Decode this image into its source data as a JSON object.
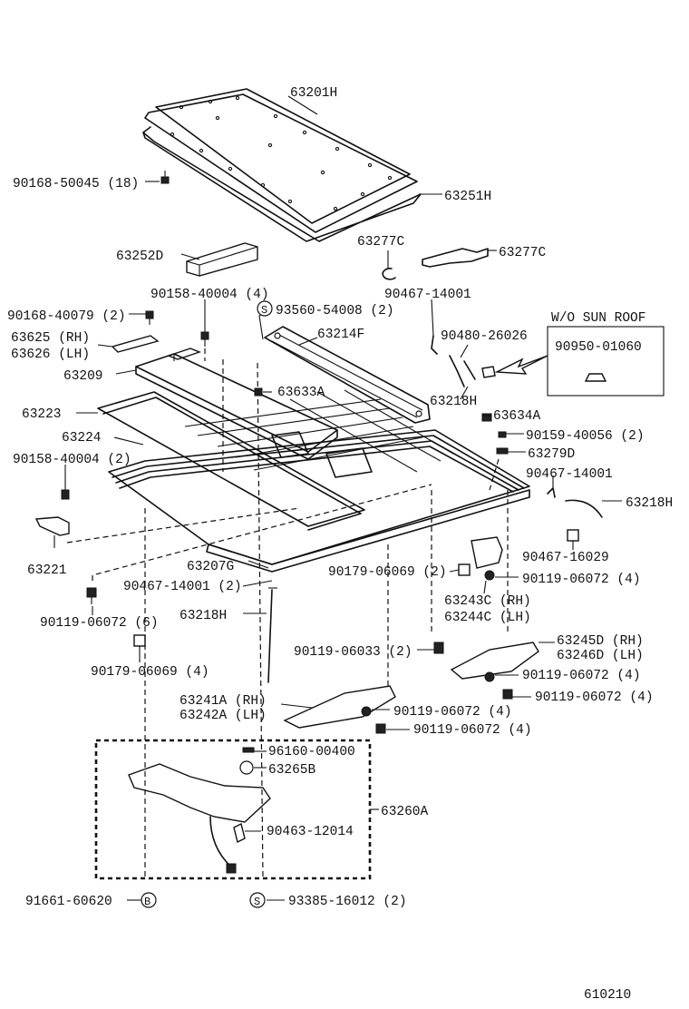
{
  "labels": {
    "p63201H": "63201H",
    "p63251H": "63251H",
    "p9016850045": "90168-50045 (18)",
    "p63252D": "63252D",
    "p63277C_left": "63277C",
    "p63277C_right": "63277C",
    "p9015840004_4": "90158-40004 (4)",
    "p9356054008": "93560-54008 (2)",
    "p9046714001_a": "90467-14001",
    "p9016840079": "90168-40079 (2)",
    "p63625": "63625 (RH)",
    "p63626": "63626 (LH)",
    "p63214F": "63214F",
    "p9048026026": "90480-26026",
    "wo_sun_roof": "W/O SUN ROOF",
    "p9095001060": "90950-01060",
    "p63209": "63209",
    "p63633A": "63633A",
    "p63218H_a": "63218H",
    "p63223": "63223",
    "p63634A": "63634A",
    "p63224": "63224",
    "p9015940056": "90159-40056 (2)",
    "p63279D": "63279D",
    "p9015840004_2": "90158-40004 (2)",
    "p9046714001_b": "90467-14001",
    "p63218H_b": "63218H",
    "p9046716029": "90467-16029",
    "p63221": "63221",
    "p63207G": "63207G",
    "p9017906069_2": "90179-06069 (2)",
    "p9011906072_4a": "90119-06072 (4)",
    "p9046714001_2": "90467-14001 (2)",
    "p63243C": "63243C (RH)",
    "p63244C": "63244C (LH)",
    "p9011906072_6": "90119-06072 (6)",
    "p63218H_c": "63218H",
    "p63245D": "63245D (RH)",
    "p63246D": "63246D (LH)",
    "p9011906033": "90119-06033 (2)",
    "p9017906069_4": "90179-06069 (4)",
    "p9011906072_4b": "90119-06072 (4)",
    "p63241A": "63241A (RH)",
    "p63242A": "63242A (LH)",
    "p9011906072_4c": "90119-06072 (4)",
    "p9011906072_4d": "90119-06072 (4)",
    "p9011906072_4e": "90119-06072 (4)",
    "p9616000400": "96160-00400",
    "p63265B": "63265B",
    "p63260A": "63260A",
    "p9046312014": "90463-12014",
    "p9166160620": "91661-60620",
    "p9338516012": "93385-16012 (2)",
    "marker_s": "S",
    "marker_b": "B",
    "figure_number": "610210"
  }
}
